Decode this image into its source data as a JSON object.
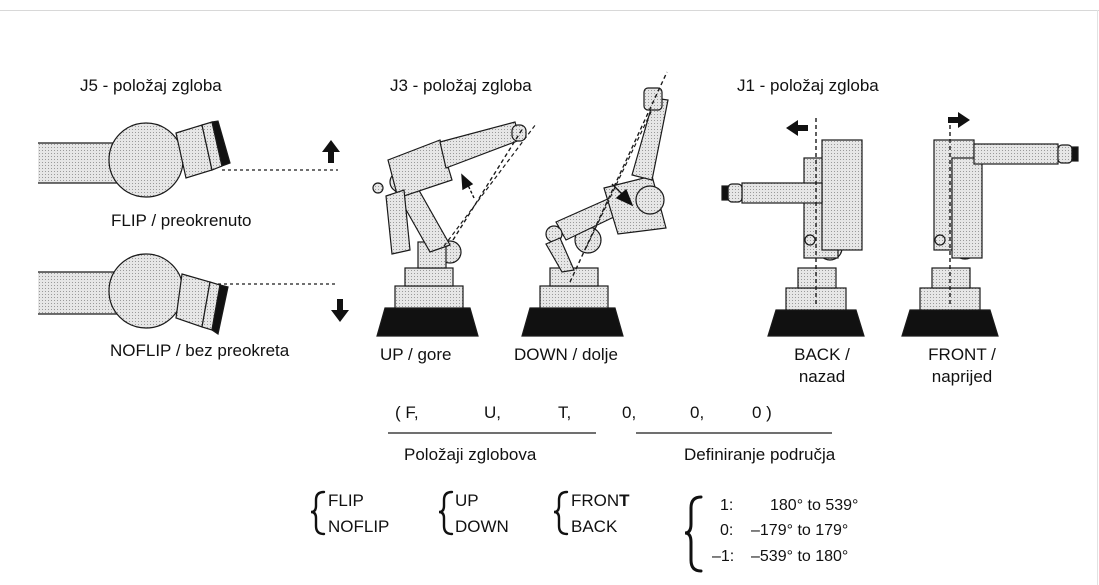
{
  "titles": {
    "j5": "J5 - položaj zgloba",
    "j3": "J3 - položaj zgloba",
    "j1": "J1 - položaj zgloba"
  },
  "j5": {
    "flip": "FLIP / preokrenuto",
    "noflip": "NOFLIP / bez preokreta"
  },
  "j3": {
    "up": "UP / gore",
    "down": "DOWN / dolje"
  },
  "j1": {
    "back_line1": "BACK /",
    "back_line2": "nazad",
    "front_line1": "FRONT /",
    "front_line2": "naprijed"
  },
  "config": {
    "tuple": [
      "( F,",
      "U,",
      "T,",
      "0,",
      "0,",
      "0 )"
    ],
    "joint_positions": "Položaji zglobova",
    "area_definition": "Definiranje područja"
  },
  "legend": {
    "flip": "FLIP",
    "noflip": "NOFLIP",
    "up": "UP",
    "down": "DOWN",
    "front_main": "FRON",
    "front_bold": "T",
    "back": "BACK",
    "ranges": [
      {
        "key": "1:",
        "value": "180° to 539°"
      },
      {
        "key": "0:",
        "value": "–179° to 179°"
      },
      {
        "key": "–1:",
        "value": "–539° to 180°"
      }
    ]
  },
  "colors": {
    "arm_fill": "#d9d9d9",
    "outline": "#1a1a1a",
    "base_fill": "#111111"
  }
}
